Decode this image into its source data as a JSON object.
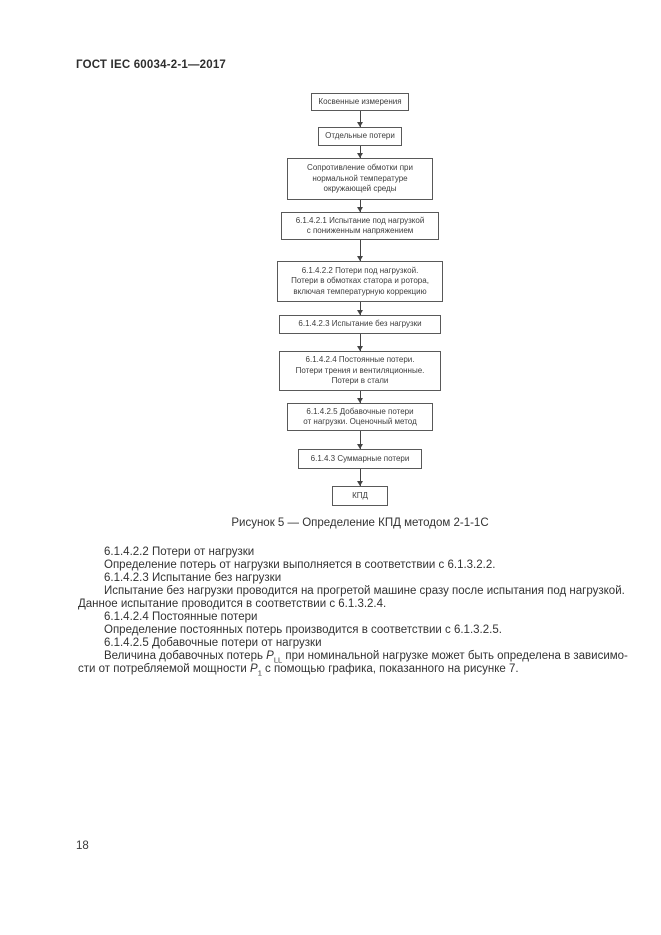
{
  "page": {
    "header": "ГОСТ IEC 60034-2-1—2017",
    "page_number": "18"
  },
  "figure": {
    "caption": "Рисунок 5 — Определение КПД методом 2-1-1С",
    "nodes": [
      {
        "lines": [
          "Косвенные измерения"
        ]
      },
      {
        "lines": [
          "Отдельные потери"
        ]
      },
      {
        "lines": [
          "Сопротивление обмотки при",
          "нормальной температуре",
          "окружающей среды"
        ]
      },
      {
        "lines": [
          "6.1.4.2.1 Испытание под нагрузкой",
          "с пониженным напряжением"
        ]
      },
      {
        "lines": [
          "6.1.4.2.2 Потери под нагрузкой.",
          "Потери в обмотках статора и ротора,",
          "включая температурную коррекцию"
        ]
      },
      {
        "lines": [
          "6.1.4.2.3 Испытание без нагрузки"
        ]
      },
      {
        "lines": [
          "6.1.4.2.4 Постоянные потери.",
          "Потери трения и вентиляционные.",
          "Потери в стали"
        ]
      },
      {
        "lines": [
          "6.1.4.2.5 Добавочные потери",
          "от нагрузки. Оценочный метод"
        ]
      },
      {
        "lines": [
          "6.1.4.3 Суммарные потери"
        ]
      },
      {
        "lines": [
          "КПД"
        ]
      }
    ]
  },
  "body": {
    "lines": [
      {
        "text": "6.1.4.2.2 Потери от нагрузки"
      },
      {
        "text": "Определение потерь от нагрузки выполняется в соответствии с 6.1.3.2.2."
      },
      {
        "text": "6.1.4.2.3 Испытание без нагрузки"
      },
      {
        "text": "Испытание без нагрузки проводится на прогретой машине сразу после испытания под нагрузкой."
      },
      {
        "text": "Данное испытание проводится в соответствии с 6.1.3.2.4."
      },
      {
        "text": "6.1.4.2.4 Постоянные потери"
      },
      {
        "text": "Определение постоянных потерь производится в соответствии с 6.1.3.2.5."
      },
      {
        "text": "6.1.4.2.5 Добавочные потери от нагрузки"
      },
      {
        "pre": "Величина добавочных потерь ",
        "var": "P",
        "sub": "LL",
        "post": " при номинальной нагрузке может быть определена в зависимо-"
      },
      {
        "pre": "сти от потребляемой мощности ",
        "var": "P",
        "sub": "1",
        "post": " с помощью графика, показанного на рисунке 7."
      }
    ]
  },
  "colors": {
    "text": "#333333",
    "box_border": "#595959",
    "arrow": "#444444"
  }
}
